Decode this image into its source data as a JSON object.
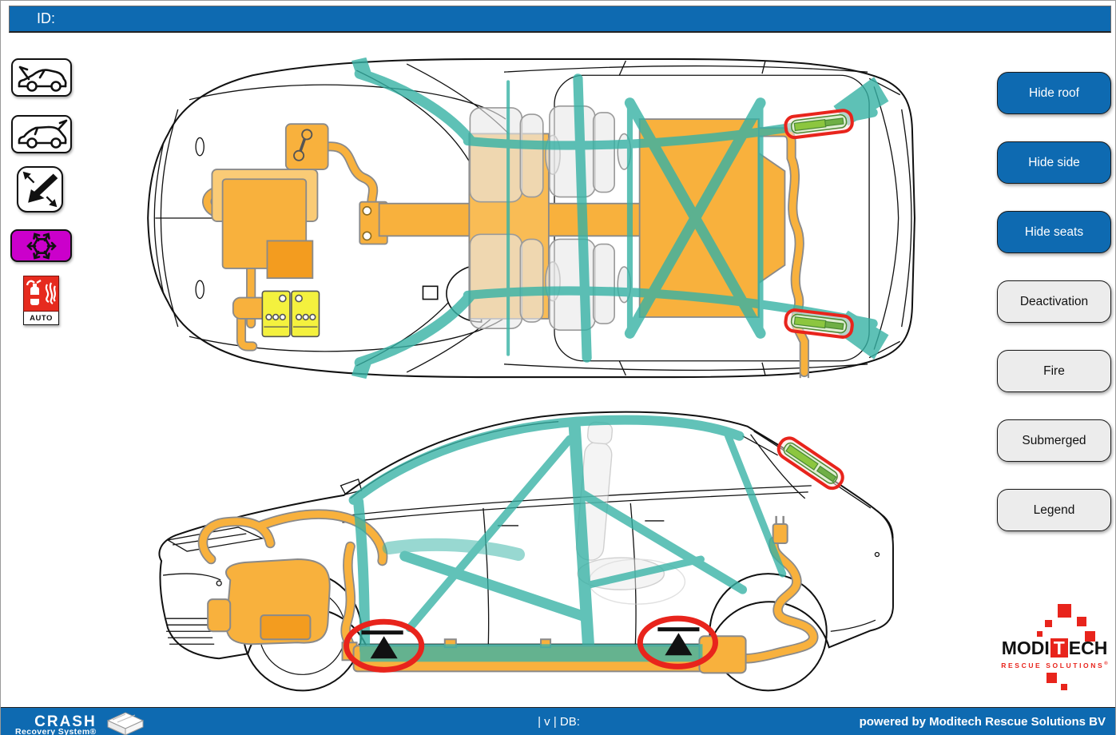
{
  "header": {
    "id_label": "ID:"
  },
  "left_toolbar": {
    "buttons": [
      {
        "icon": "car-hood-open-icon"
      },
      {
        "icon": "car-tailgate-open-icon"
      },
      {
        "icon": "hydraulic-rescue-tool-icon"
      },
      {
        "icon": "ac-refrigerant-snowflake-icon",
        "color": "#cb00cb"
      },
      {
        "icon": "automatic-fire-extinguisher-icon",
        "color": "#e62b1e",
        "label": "AUTO"
      }
    ]
  },
  "right_buttons": [
    {
      "label": "Hide roof",
      "style": "primary"
    },
    {
      "label": "Hide side",
      "style": "primary"
    },
    {
      "label": "Hide seats",
      "style": "primary"
    },
    {
      "label": "Deactivation",
      "style": "secondary"
    },
    {
      "label": "Fire",
      "style": "secondary"
    },
    {
      "label": "Submerged",
      "style": "secondary"
    },
    {
      "label": "Legend",
      "style": "secondary"
    }
  ],
  "diagram": {
    "views": [
      "top-view",
      "side-view"
    ],
    "colors": {
      "body_line": "#111111",
      "reinforcement_teal": "#36b2a5",
      "high_voltage_orange": "#f8b13d",
      "cable_casing_gray": "#8a8a8a",
      "battery_12v_yellow": "#f4f13e",
      "gas_strut_green": "#8cc63f",
      "highlight_red": "#e8241c",
      "seat_gray": "#ececec"
    },
    "markers": {
      "lift_points": 2,
      "gas_strut_highlights": 3
    }
  },
  "moditech_logo": {
    "word_start": "modi",
    "word_accent": "t",
    "word_end": "ech",
    "subtitle": "rescue solutions",
    "registered": "®"
  },
  "footer": {
    "brand_line1": "Crash",
    "brand_line2": "Recovery System®",
    "center_text": "| v | DB:",
    "powered_by": "powered by Moditech Rescue Solutions BV"
  }
}
